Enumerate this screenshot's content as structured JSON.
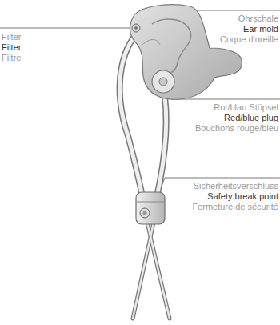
{
  "diagram": {
    "labels": [
      "Filter",
      "Filter",
      "Filtre",
      "Ohrschale",
      "Ear mold",
      "Coque d'oreille",
      "Rot/blau Stöpsel",
      "Red/blue plug",
      "Bouchons rouge/bleu",
      "Sicherheitsverschluss",
      "Safety break point",
      "Fermeture de sécurité"
    ]
  }
}
